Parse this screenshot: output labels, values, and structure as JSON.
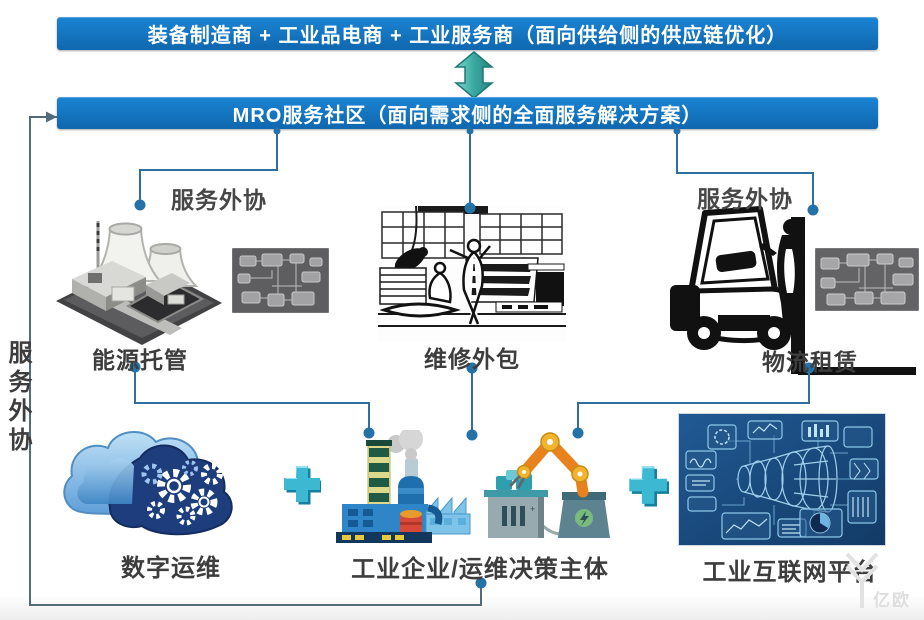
{
  "banners": {
    "supply": "装备制造商 + 工业品电商 + 工业服务商（面向供给侧的供应链优化）",
    "mro": "MRO服务社区（面向需求侧的全面服务解决方案）"
  },
  "branches": {
    "left_outsource_label": "服务外协",
    "right_outsource_label": "服务外协",
    "side_outsource_label": "服务外协",
    "items": [
      {
        "label": "能源托管"
      },
      {
        "label": "维修外包"
      },
      {
        "label": "物流租赁"
      }
    ]
  },
  "bottom_row": {
    "items": [
      {
        "label": "数字运维"
      },
      {
        "label": "工业企业/运维决策主体"
      },
      {
        "label": "工业互联网平台"
      }
    ]
  },
  "watermark": {
    "text": "亿欧"
  },
  "colors": {
    "banner_blue": "#1476c4",
    "connector_blue": "#2e6f9f",
    "dot_blue": "#2572a8",
    "arrow_teal": "#49bcb6",
    "plus_cyan": "#35b2cc",
    "cloud_navy": "#1d3d7c",
    "factory_blue": "#2e86c8",
    "robot_orange": "#e8821e",
    "platform_navy": "#1c4f86"
  }
}
